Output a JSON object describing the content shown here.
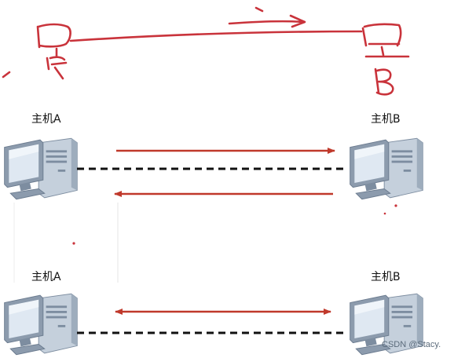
{
  "colors": {
    "ink_red": "#c9333b",
    "arrow_red": "#c0392b",
    "dashed_line": "#111111",
    "monitor_body": "#8c9bad",
    "screen": "#dfe8f2"
  },
  "sections": [
    {
      "host_a_label": "主机A",
      "host_b_label": "主机B",
      "mode": "two-one-way-arrows"
    },
    {
      "host_a_label": "主机A",
      "host_b_label": "主机B",
      "mode": "bidirectional-arrow"
    }
  ],
  "watermark": "CSDN @Stacy.",
  "icons": [
    "computer-icon"
  ]
}
